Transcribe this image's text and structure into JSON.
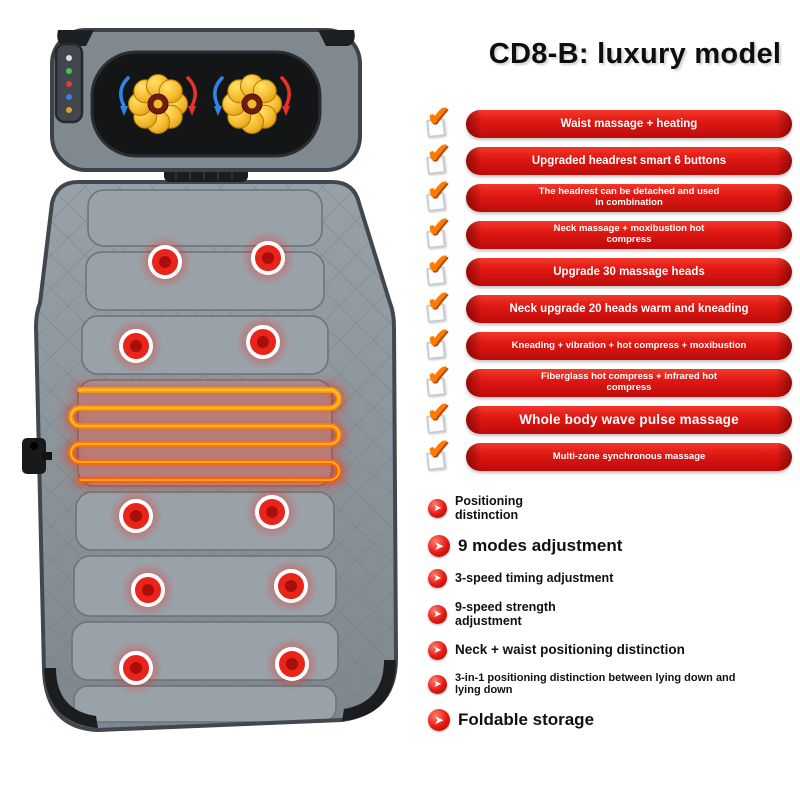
{
  "title": "CD8-B: luxury model",
  "icons": {
    "check": "✔",
    "arrow": "➤"
  },
  "colors": {
    "banner_red": "#dd1613",
    "check_orange": "#ff7a00",
    "coil_orange": "#ff9100",
    "massage_head_red": "#e8241b",
    "mat_gray": "#8e969d"
  },
  "banners": [
    "Waist massage + heating",
    "Upgraded headrest smart 6 buttons",
    "The headrest can be detached and used in combination",
    "Neck massage + moxibustion hot compress",
    "Upgrade 30 massage heads",
    "Neck upgrade 20 heads warm and kneading",
    "Kneading + vibration + hot compress + moxibustion",
    "Fiberglass hot compress + infrared hot compress",
    "Whole body wave pulse massage",
    "Multi-zone synchronous massage"
  ],
  "features": [
    "Positioning distinction",
    "9 modes adjustment",
    "3-speed timing adjustment",
    "9-speed strength adjustment",
    "Neck + waist positioning distinction",
    "3-in-1 positioning distinction between lying down and lying down",
    "Foldable storage"
  ]
}
